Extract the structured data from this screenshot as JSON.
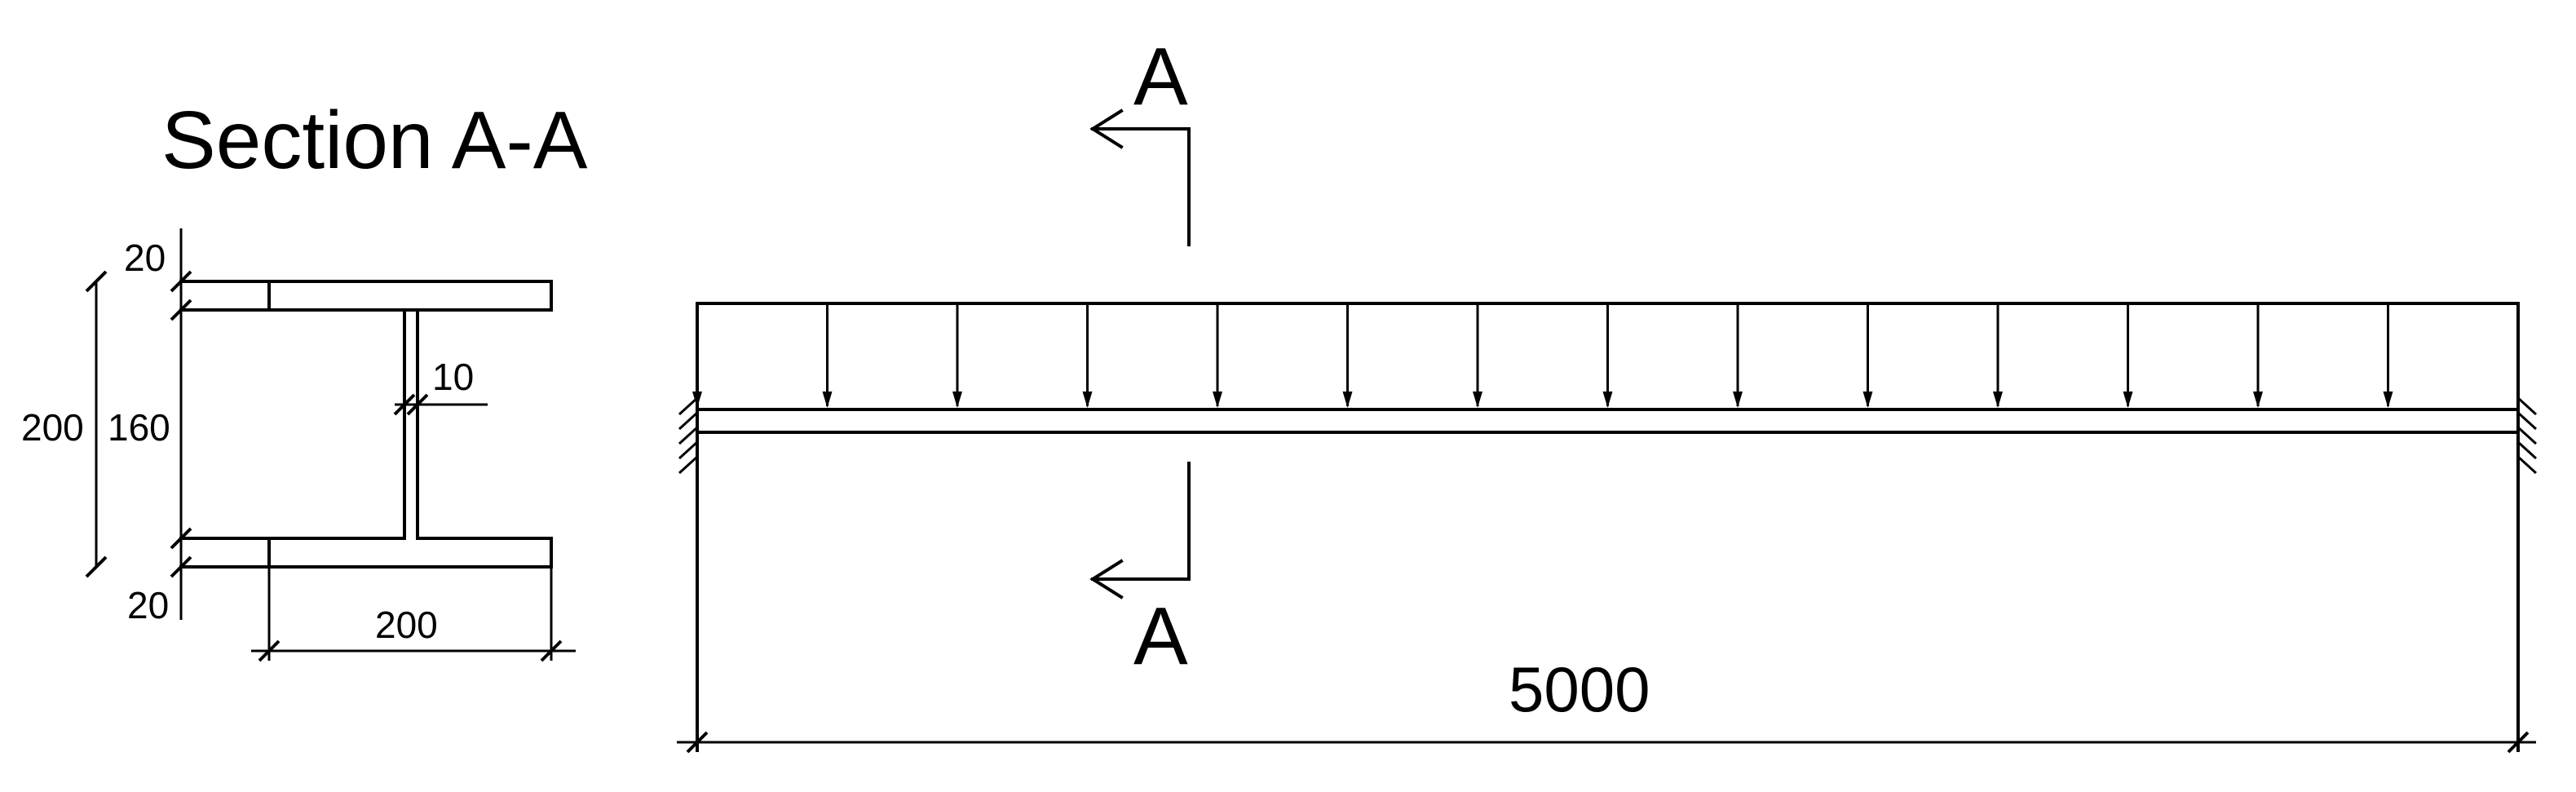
{
  "section": {
    "title": "Section A-A",
    "dims": {
      "top_flange": "20",
      "total_height": "200",
      "web_height": "160",
      "web_thickness": "10",
      "bottom_flange": "20",
      "flange_width": "200"
    }
  },
  "beam": {
    "span_label": "5000",
    "section_mark_top": "A",
    "section_mark_bottom": "A",
    "load_arrow_count": 14,
    "supports": [
      "fixed",
      "fixed"
    ]
  }
}
